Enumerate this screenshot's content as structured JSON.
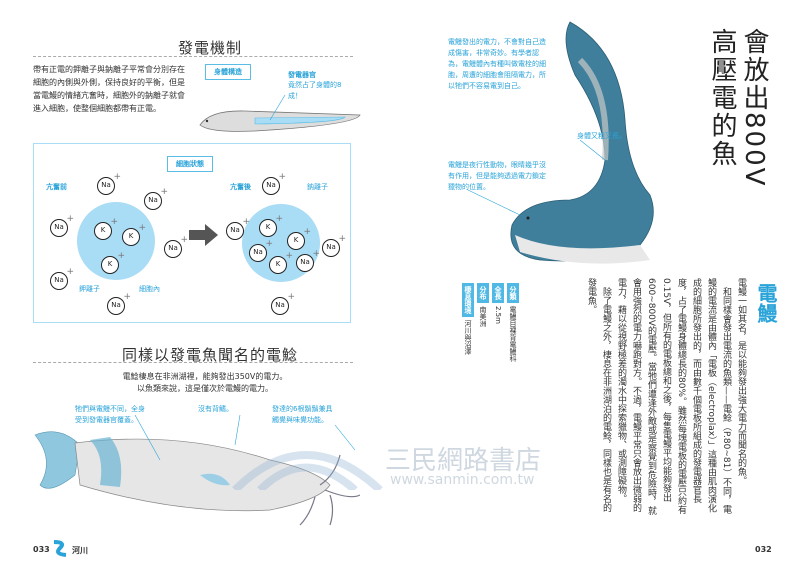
{
  "left_page": {
    "mechanism": {
      "title": "發電機制",
      "text": "帶有正電的鉀離子與鈉離子平常會分別存在細胞的內側與外側，保持良好的平衡，但是當電鰻的情緒亢奮時，細胞外的鈉離子就會進入細胞，使整個細胞都帶有正電。",
      "body_structure_label": "身體構造",
      "organ_title": "發電器官",
      "organ_note": "竟然占了身體的8成！"
    },
    "cell_diagram": {
      "label": "細胞狀態",
      "before": "亢奮前",
      "after": "亢奮後",
      "sodium_label": "鈉離子",
      "potassium_label": "鉀離子",
      "cell_inside_label": "細胞內",
      "na": "Na",
      "k": "K"
    },
    "catfish": {
      "title": "同樣以發電魚聞名的電鯰",
      "intro_line1": "電鯰棲息在非洲湖裡，能夠發出350V的電力。",
      "intro_line2": "以魚類來說，這是僅次於電鰻的電力。",
      "note1": "牠們與電鰻不同，全身受到發電器官覆蓋。",
      "note2": "沒有背鰭。",
      "note3": "發達的6根鬍鬚兼具觸覺與味覺功能。"
    },
    "footer": {
      "page": "033",
      "section": "河川"
    }
  },
  "right_page": {
    "headline": "會放出800V高壓電的魚",
    "note_self": "電鰻發出的電力，不會對自己造成傷害，非常奇妙。有學者認為，電鰻體內有種叫做電栓的細胞，周遭的細胞會阻隔電力，所以牠們不容易電到自己。",
    "note_body": "身體又粗又長。",
    "note_night": "電鰻是夜行性動物，眼睛幾乎沒有作用，但是能夠透過電力鎖定獵物的位置。",
    "species": "電鰻",
    "paragraphs": [
      "電鰻一如其名，是以能夠發出強大電力而聞名的魚。",
      "和同樣會發出電流的魚類——電鯰（P.80~81）不同，電鰻的電流是由體內「電板（electroplax）」這種由肌肉演化成的細胞所發出的，而由數千個電板所組成的發電器官長度，占了電鰻身體總長的80%。雖然每塊電板的電壓只約有0.15V，但所有的電板總和之後，每隻電鰻平均能夠發出600~800V的電壓。當牠們遭逢外敵或是察覺到危險時，就會用強烈的電力嚇跑對方。不過，電鰻平常只會放出微弱的電力，藉以從視野極差的濁水中探索獵物、或測障礙物。",
      "除了電鰻之外，棲息在非洲湖泊的電鯰，同樣也是有名的發電魚。"
    ],
    "info": [
      {
        "label": "分類",
        "value": "電鰻目裸背電鰻科"
      },
      {
        "label": "全長",
        "value": "2.5m"
      },
      {
        "label": "分布",
        "value": "南美洲"
      },
      {
        "label": "棲息環境",
        "value": "河川與沼澤"
      }
    ],
    "page": "032"
  },
  "watermark": {
    "name": "三民網路書店",
    "url": "www.sanmin.com.tw"
  },
  "colors": {
    "accent": "#2aa3d9",
    "cell": "#a9dcf5",
    "eel": "#3f7f9c"
  }
}
